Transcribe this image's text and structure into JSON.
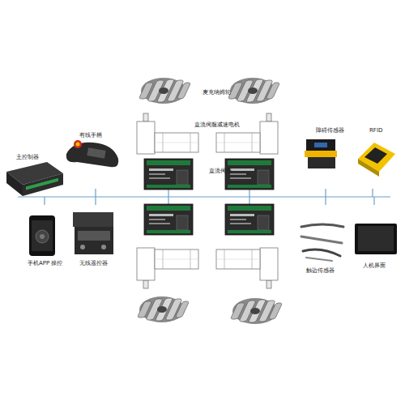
{
  "diagram": {
    "labels": [
      "麦克纳姆轮",
      "直流伺服减速电机",
      "有线手柄",
      "障碍传感器",
      "RFID",
      "主控制器",
      "直流伺服",
      "手机APP 操控",
      "无线遥控器",
      "触边传感器",
      "人机界面"
    ]
  }
}
